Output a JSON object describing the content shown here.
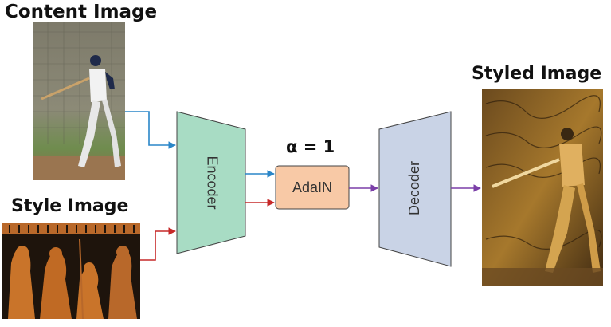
{
  "headings": {
    "content_image": "Content Image",
    "style_image": "Style Image",
    "styled_image": "Styled Image",
    "alpha": "α = 1"
  },
  "blocks": {
    "encoder": "Encoder",
    "adain": "AdaIN",
    "decoder": "Decoder"
  },
  "colors": {
    "encoder_fill": "#a8dcc4",
    "adain_fill": "#f8c9a6",
    "decoder_fill": "#c9d3e6",
    "content_arrow": "#2a86c8",
    "style_arrow": "#c62828",
    "output_arrow": "#7b3fa8"
  },
  "images": {
    "content": "baseball-batter-photo",
    "style": "greek-pottery-painting",
    "styled": "stylized-batter-painting"
  }
}
